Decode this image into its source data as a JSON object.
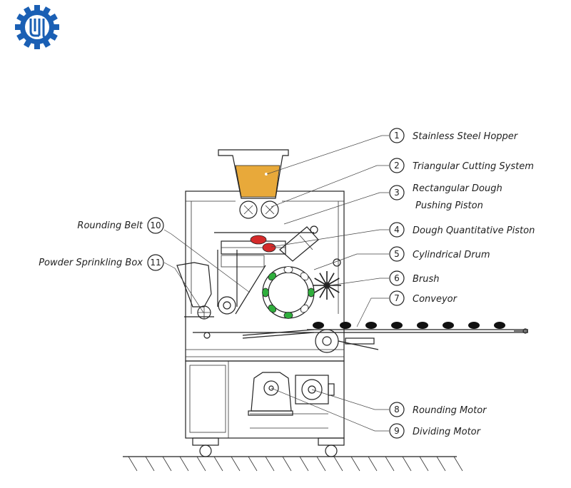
{
  "logo": {
    "icon": "gear-logo-icon",
    "color": "#1a5fb4"
  },
  "callouts": [
    {
      "num": "1",
      "label": "Stainless Steel Hopper"
    },
    {
      "num": "2",
      "label": "Triangular Cutting System"
    },
    {
      "num": "3",
      "label": "Rectangular Dough",
      "label2": "Pushing Piston"
    },
    {
      "num": "4",
      "label": "Dough Quantitative Piston"
    },
    {
      "num": "5",
      "label": "Cylindrical Drum"
    },
    {
      "num": "6",
      "label": "Brush"
    },
    {
      "num": "7",
      "label": "Conveyor"
    },
    {
      "num": "8",
      "label": "Rounding Motor"
    },
    {
      "num": "9",
      "label": "Dividing Motor"
    },
    {
      "num": "10",
      "label": "Rounding Belt"
    },
    {
      "num": "11",
      "label": "Powder Sprinkling Box"
    }
  ],
  "colors": {
    "hopper_fill": "#e8a93a",
    "piston_red": "#d42a2a",
    "drum_green": "#2fae3c",
    "line": "#222222"
  }
}
